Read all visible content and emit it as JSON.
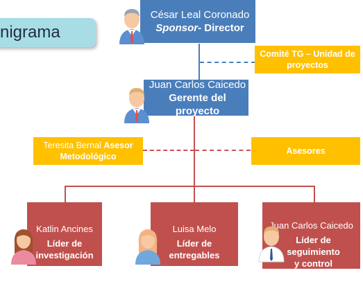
{
  "title": "nigrama",
  "top": {
    "name": "César Leal Coronado",
    "role_prefix": "Sponsor",
    "role_suffix": "- Director"
  },
  "committee": {
    "label": "Comité TG – Unidad de proyectos"
  },
  "manager": {
    "name": "Juan Carlos Caicedo",
    "role": "Gerente del proyecto"
  },
  "advisor_left": {
    "name": "Teresita Bernal",
    "role_a": "Asesor",
    "role_b": "Metodológico"
  },
  "advisor_right": {
    "label": "Asesores"
  },
  "leaders": [
    {
      "name": "Katlin Ancines",
      "role": "Líder de investigación"
    },
    {
      "name": "Luisa Melo",
      "role": "Líder de entregables"
    },
    {
      "name": "Juan Carlos Caicedo",
      "role": "Líder de seguimiento y control"
    }
  ],
  "colors": {
    "blue": "#4a7ebb",
    "yellow": "#ffc000",
    "red": "#c0504d",
    "tab": "#a8dde5"
  },
  "icons": [
    "man-avatar-icon",
    "woman-avatar-icon"
  ]
}
